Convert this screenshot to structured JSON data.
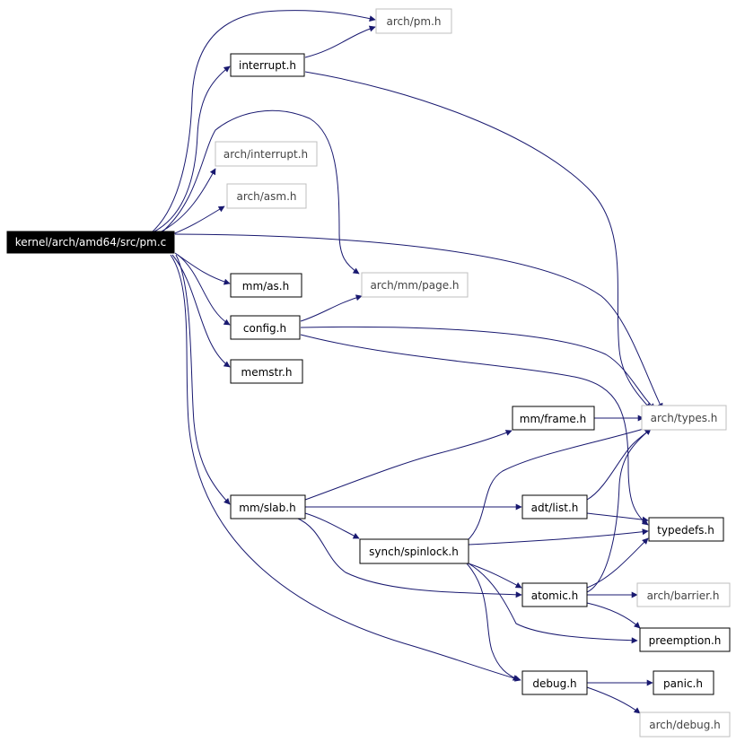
{
  "colors": {
    "edge": "#191970",
    "box_border_normal": "#000000",
    "box_border_ghost": "#bfbfbf",
    "root_fill": "#000000",
    "root_text": "#ffffff"
  },
  "nodes": {
    "root": "kernel/arch/amd64/src/pm.c",
    "arch_pm_h": "arch/pm.h",
    "interrupt_h": "interrupt.h",
    "arch_interrupt_h": "arch/interrupt.h",
    "arch_asm_h": "arch/asm.h",
    "mm_as_h": "mm/as.h",
    "arch_mm_page_h": "arch/mm/page.h",
    "config_h": "config.h",
    "memstr_h": "memstr.h",
    "arch_types_h": "arch/types.h",
    "mm_frame_h": "mm/frame.h",
    "mm_slab_h": "mm/slab.h",
    "adt_list_h": "adt/list.h",
    "typedefs_h": "typedefs.h",
    "synch_spinlock_h": "synch/spinlock.h",
    "atomic_h": "atomic.h",
    "arch_barrier_h": "arch/barrier.h",
    "preemption_h": "preemption.h",
    "debug_h": "debug.h",
    "panic_h": "panic.h",
    "arch_debug_h": "arch/debug.h"
  }
}
